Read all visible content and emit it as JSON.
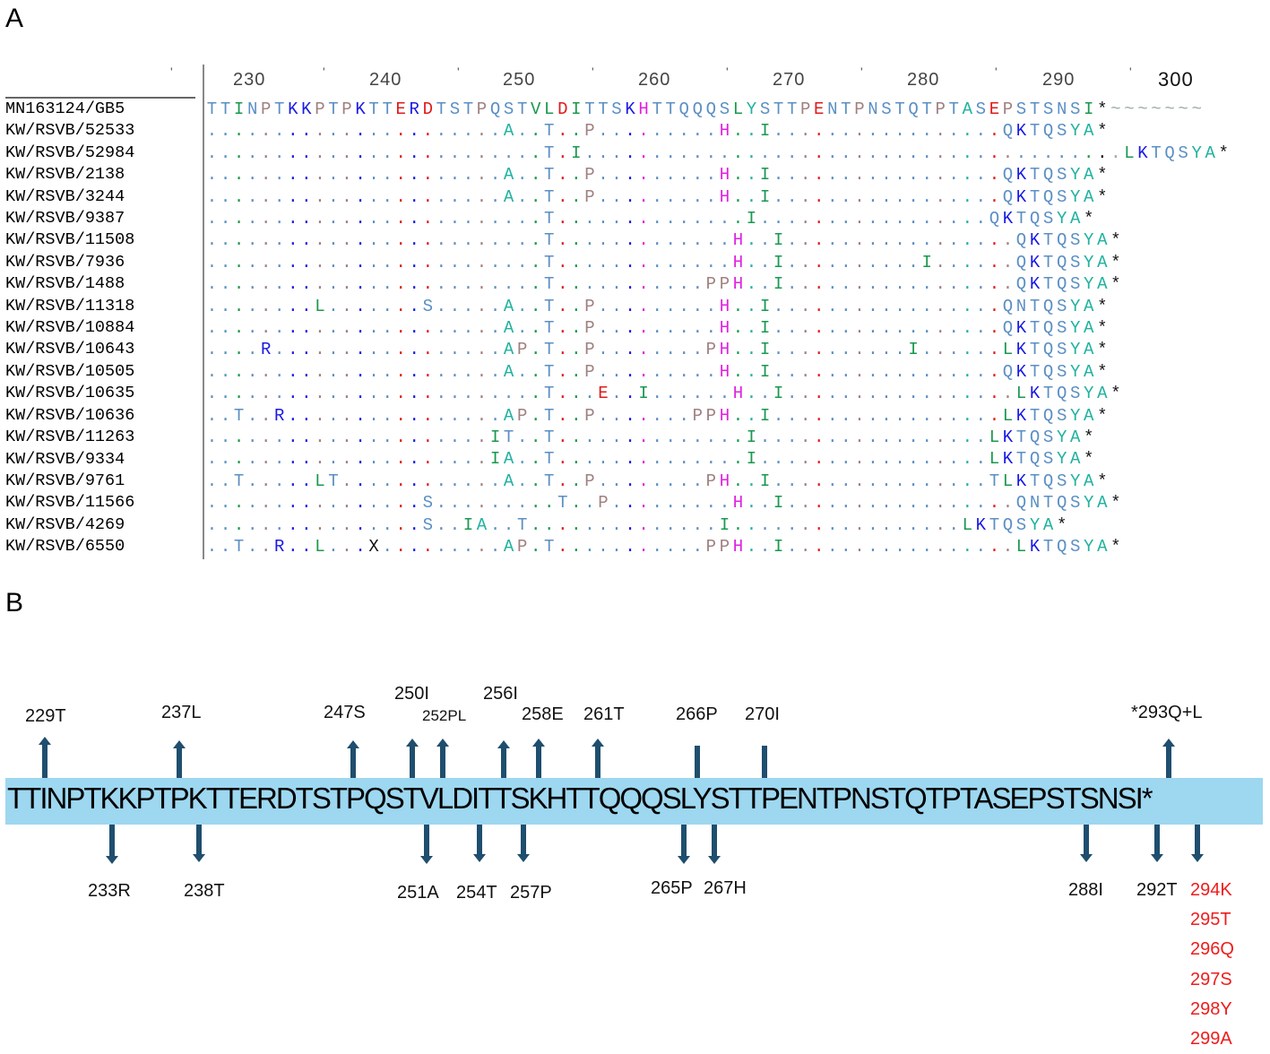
{
  "panel_a": {
    "letter": "A",
    "ruler": {
      "ticks": [
        "230",
        "240",
        "250",
        "260",
        "270",
        "280",
        "290",
        "300"
      ]
    },
    "reference_name": "MN163124/GB5",
    "reference_seq": "TTINPTKKPTPKTTERDTSTPQSTVLDITTSKHTTQQQSLYSTTPENTPNSTQTPTASEPSTSNSI*~~~~~~~",
    "sequences": [
      {
        "name": "KW/RSVB/52533",
        "seq": "......................A..T..P.........H..I.................QKTQSYA*"
      },
      {
        "name": "KW/RSVB/52984",
        "seq": ".........................T.I........................................LKTQSYA*"
      },
      {
        "name": "KW/RSVB/2138",
        "seq": "......................A..T..P.........H..I.................QKTQSYA*"
      },
      {
        "name": "KW/RSVB/3244",
        "seq": "......................A..T..P.........H..I.................QKTQSYA*"
      },
      {
        "name": "KW/RSVB/9387",
        "seq": ".........................T..............I.................QKTQSYA*"
      },
      {
        "name": "KW/RSVB/11508",
        "seq": ".........................T.............H..I.................QKTQSYA*"
      },
      {
        "name": "KW/RSVB/7936",
        "seq": ".........................T.............H..I..........I......QKTQSYA*"
      },
      {
        "name": "KW/RSVB/1488",
        "seq": ".........................T...........PPH..I.................QKTQSYA*"
      },
      {
        "name": "KW/RSVB/11318",
        "seq": "........L.......S.....A..T..P.........H..I.................QNTQSYA*"
      },
      {
        "name": "KW/RSVB/10884",
        "seq": "......................A..T..P.........H..I.................QKTQSYA*"
      },
      {
        "name": "KW/RSVB/10643",
        "seq": "....R.................AP.T..P........PH..I..........I......LKTQSYA*"
      },
      {
        "name": "KW/RSVB/10505",
        "seq": "......................A..T..P.........H..I.................QKTQSYA*"
      },
      {
        "name": "KW/RSVB/10635",
        "seq": ".........................T...E..I......H..I.................LKTQSYA*"
      },
      {
        "name": "KW/RSVB/10636",
        "seq": "..T..R................AP.T..P.......PPH..I.................LKTQSYA*"
      },
      {
        "name": "KW/RSVB/11263",
        "seq": ".....................IT..T..............I.................LKTQSYA*"
      },
      {
        "name": "KW/RSVB/9334",
        "seq": ".....................IA..T..............I.................LKTQSYA*"
      },
      {
        "name": "KW/RSVB/9761",
        "seq": "..T.....LT............A..T..P........PH..I................TLKTQSYA*"
      },
      {
        "name": "KW/RSVB/11566",
        "seq": "................S.........T..P.........H..I.................QNTQSYA*"
      },
      {
        "name": "KW/RSVB/4269",
        "seq": "................S..IA..T..............I.................LKTQSYA*"
      },
      {
        "name": "KW/RSVB/6550",
        "seq": "..T..R..L...X.........AP.T...........PPH..I.................LKTQSYA*"
      }
    ]
  },
  "panel_b": {
    "letter": "B",
    "sequence": "TTINPTKKPTPKTTERDTSTPQSTVLDITTSKHTTQQQSLYSTTPENTPNSTQTPTASEPSTSNSI*",
    "mutations_above": [
      "229T",
      "237L",
      "247S",
      "250I",
      "252PL",
      "256I",
      "258E",
      "261T",
      "266P",
      "270I",
      "*293Q+L"
    ],
    "mutations_below": [
      "233R",
      "238T",
      "251A",
      "254T",
      "257P",
      "265P",
      "267H",
      "288I",
      "292T"
    ],
    "extension_mutations": [
      "294K",
      "295T",
      "296Q",
      "297S",
      "298Y",
      "299A"
    ]
  },
  "colors": {
    "arrow": "#1f4e6e",
    "band": "#9dd7f0",
    "extension_text": "#ef1c1c"
  }
}
